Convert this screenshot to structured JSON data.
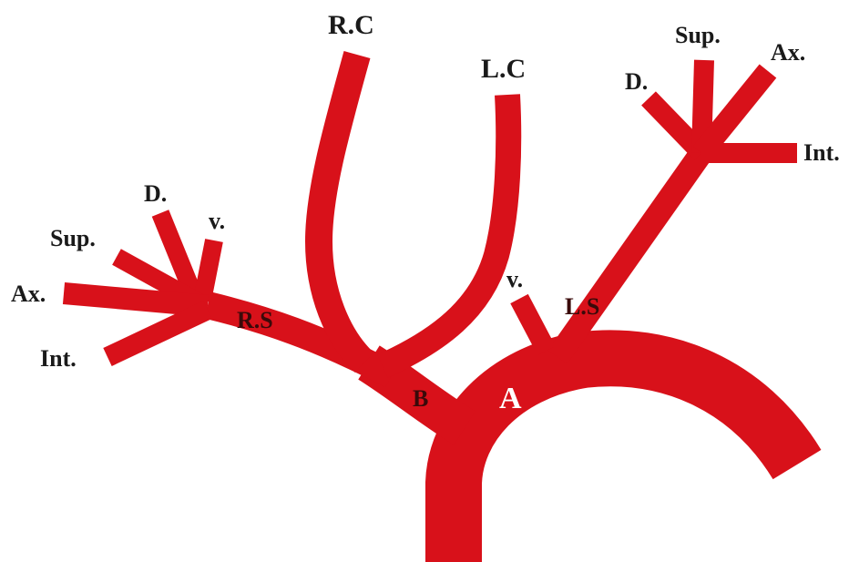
{
  "colors": {
    "vessel": "#d8111a",
    "label": "#1a1a1a",
    "label_on_vessel": "#3a0a0a",
    "label_white": "#ffffff",
    "background": "#ffffff"
  },
  "labels": {
    "rc": "R.C",
    "lc": "L.C",
    "rs": "R.S",
    "ls": "L.S",
    "b": "B",
    "a": "A",
    "right_d": "D.",
    "right_v": "v.",
    "right_sup": "Sup.",
    "right_ax": "Ax.",
    "right_int": "Int.",
    "left_v": "v.",
    "left_d": "D.",
    "left_sup": "Sup.",
    "left_ax": "Ax.",
    "left_int": "Int."
  }
}
